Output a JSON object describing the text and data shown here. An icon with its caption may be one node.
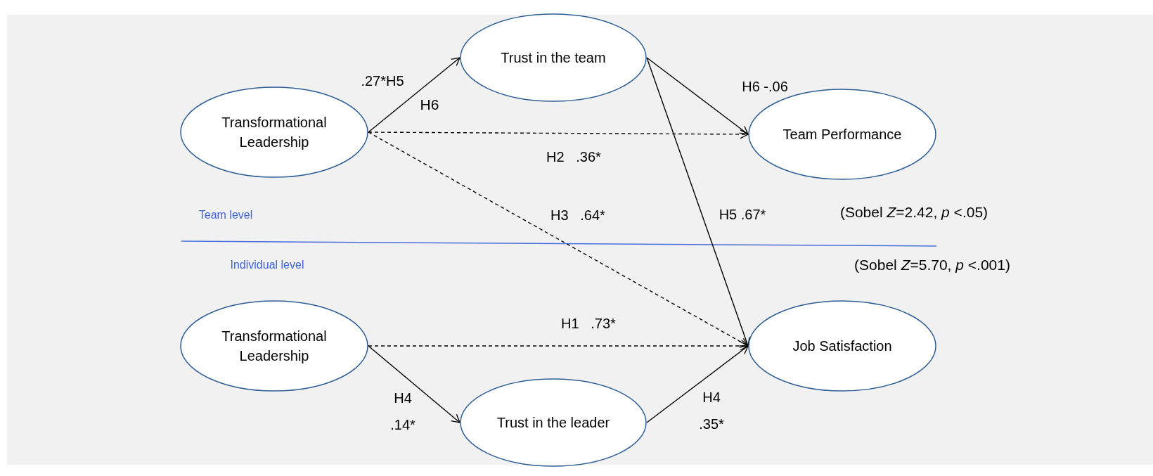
{
  "diagram": {
    "nodes": [
      {
        "text": [
          "Transformational Leadership"
        ]
      },
      {
        "text": [
          "Trust in the team"
        ]
      },
      {
        "text": [
          "Team Performance"
        ]
      },
      {
        "text": [
          "Transformational Leadership"
        ]
      },
      {
        "text": [
          "Job Satisfaction"
        ]
      },
      {
        "text": [
          "Trust in the leader"
        ]
      }
    ],
    "edges": [
      {
        "from": 0,
        "to": 1,
        "arrow": "to",
        "label": ".27*H5"
      },
      {
        "from": 1,
        "to": 2,
        "arrow": "to",
        "label": "H6 -.06"
      },
      {
        "from": 0,
        "to": 2,
        "arrow": "to",
        "style": "dashed",
        "label": "H2   .36*"
      },
      {
        "from": 0,
        "to": 4,
        "arrow": "to",
        "style": "dashed",
        "label": "H3   .64*"
      },
      {
        "from": 1,
        "to": 4,
        "arrow": "to",
        "label": "H5 .67*"
      },
      {
        "from": 3,
        "to": 4,
        "arrow": "to",
        "style": "dashed",
        "label": "H1   .73*"
      },
      {
        "from": 3,
        "to": 5,
        "arrow": "to",
        "label": "H4 .14*"
      },
      {
        "from": 5,
        "to": 4,
        "arrow": "to",
        "label": "H4 .35*"
      }
    ],
    "labels": [
      "H6",
      "Team level",
      "(Sobel *Z*=2.42, *p* <.05)",
      "Individual level",
      "(Sobel *Z*=5.70, *p* <.001)"
    ]
  }
}
